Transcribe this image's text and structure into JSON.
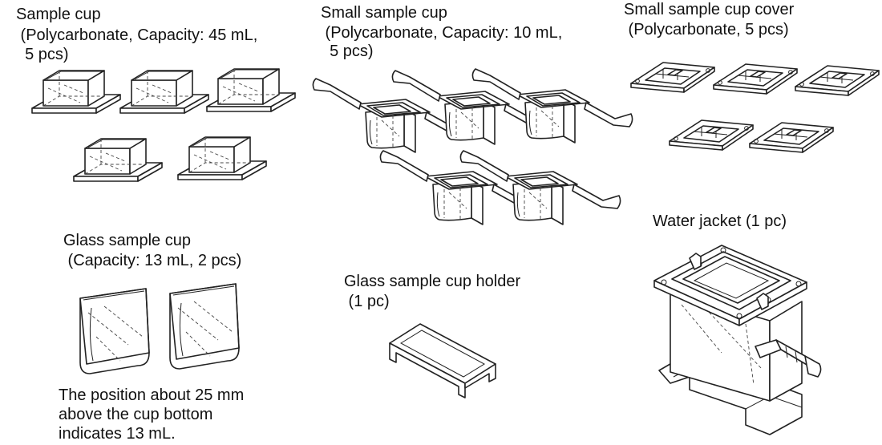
{
  "sample_cup": {
    "name": "Sample cup",
    "spec_line1": " (Polycarbonate, Capacity: 45 mL,",
    "spec_line2": "  5 pcs)"
  },
  "small_sample_cup": {
    "name": "Small sample cup",
    "spec_line1": " (Polycarbonate, Capacity: 10 mL,",
    "spec_line2": "  5 pcs)"
  },
  "small_sample_cup_cover": {
    "name": "Small sample cup cover",
    "spec_line1": " (Polycarbonate, 5 pcs)"
  },
  "glass_sample_cup": {
    "name": "Glass sample cup",
    "spec_line1": " (Capacity: 13 mL, 2 pcs)",
    "note_line1": "The position about 25 mm",
    "note_line2": "above the cup bottom",
    "note_line3": "indicates 13 mL."
  },
  "glass_sample_cup_holder": {
    "name": "Glass sample cup holder",
    "spec_line1": " (1 pc)"
  },
  "water_jacket": {
    "name": "Water jacket (1 pc)"
  }
}
